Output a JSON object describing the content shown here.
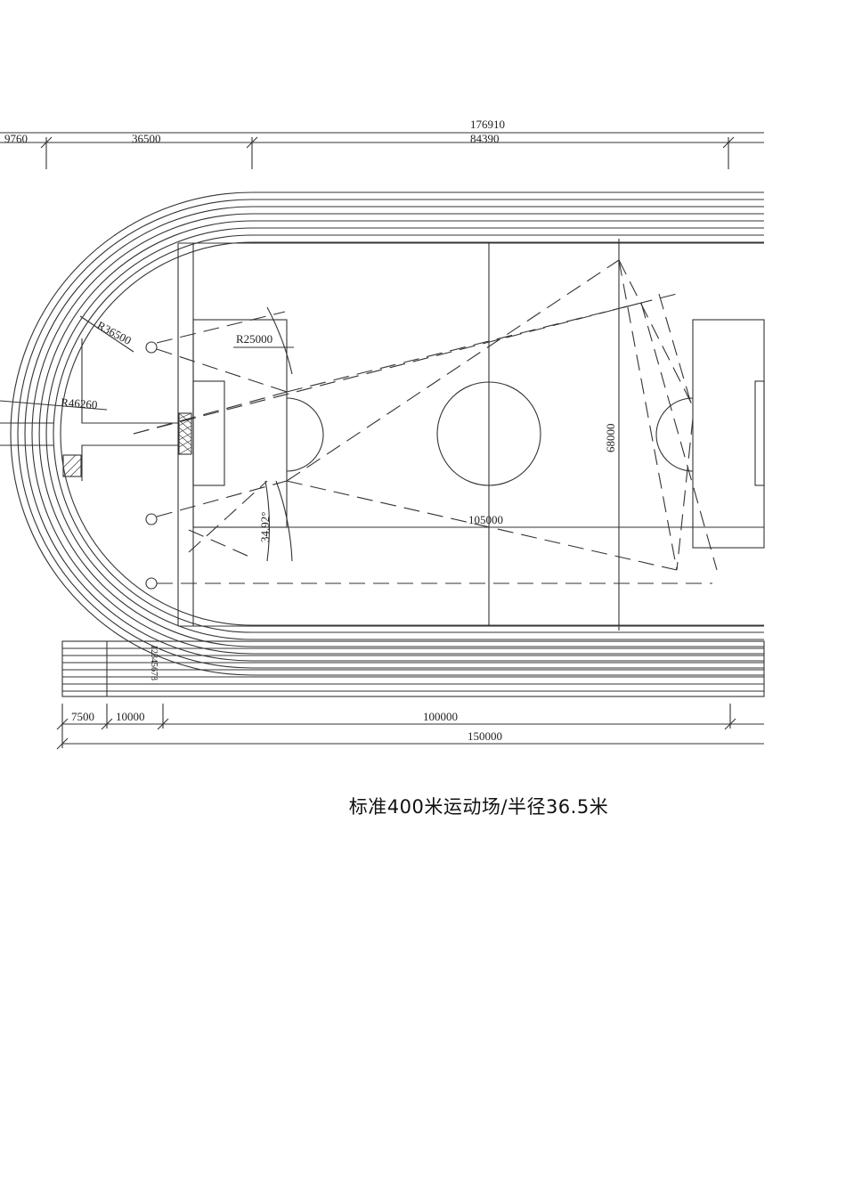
{
  "drawing": {
    "caption": "标准400米运动场/半径36.5米",
    "top_dims": {
      "overall": "176910",
      "straight": "84390",
      "left_offset": "9760",
      "curve_radius": "36500"
    },
    "radius_labels": {
      "inner": "R36500",
      "outer": "R46260",
      "arc": "R25000"
    },
    "angle_label": "34.92°",
    "field_width": "68000",
    "field_length": "105000",
    "lane_numbers": "12345678",
    "bottom_dims": {
      "a": "7500",
      "b": "10000",
      "c": "100000",
      "total": "150000"
    },
    "colors": {
      "line": "#333333",
      "background": "#ffffff"
    }
  }
}
